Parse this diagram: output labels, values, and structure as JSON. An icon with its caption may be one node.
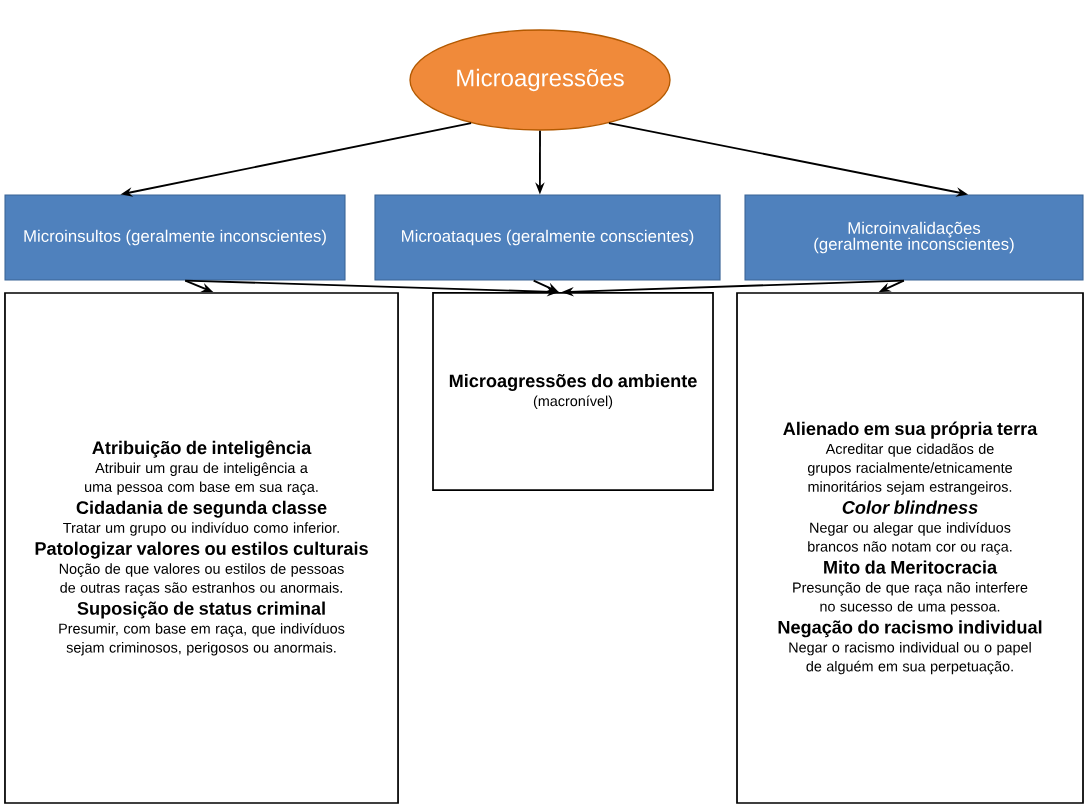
{
  "diagram": {
    "nodes": [
      {
        "text": [
          "Microagressões"
        ]
      },
      {
        "text": [
          "Microinsultos (geralmente inconscientes)"
        ]
      },
      {
        "text": [
          "Microataques (geralmente conscientes)"
        ]
      },
      {
        "text": [
          "Microinvalidações (geralmente inconscientes)"
        ]
      },
      {
        "text": [
          "Atribuição de inteligência",
          "Atribuir um grau de inteligência a uma pessoa com base em sua raça.",
          "Cidadania de segunda classe",
          "Tratar um grupo ou indivíduo como inferior.",
          "Patologizar valores ou estilos culturais",
          "Noção de que valores ou estilos de pessoas de outras raças são estranhos ou anormais.",
          "Suposição de status criminal",
          "Presumir, com base em raça, que indivíduos sejam criminosos, perigosos ou anormais."
        ]
      },
      {
        "text": [
          "Microagressões do ambiente",
          "(macronível)"
        ]
      },
      {
        "text": [
          "Alienado em sua própria terra",
          "Acreditar que cidadãos de grupos racialmente/etnicamente minoritários sejam estrangeiros.",
          "*Color blindness*",
          "Negar ou alegar que indivíduos brancos não notam cor ou raça.",
          "Mito da Meritocracia",
          "Presunção de que raça não interfere no sucesso de uma pessoa.",
          "Negação do racismo individual",
          "Negar o racismo individual ou o papel de alguém em sua perpetuação."
        ]
      }
    ],
    "edges": [
      {
        "from": 0,
        "to": 1,
        "arrow": "to"
      },
      {
        "from": 0,
        "to": 2,
        "arrow": "to"
      },
      {
        "from": 0,
        "to": 3,
        "arrow": "to"
      },
      {
        "from": 1,
        "to": 4,
        "arrow": "to"
      },
      {
        "from": 1,
        "to": 5,
        "arrow": "to"
      },
      {
        "from": 2,
        "to": 5,
        "arrow": "to"
      },
      {
        "from": 3,
        "to": 5,
        "arrow": "to"
      },
      {
        "from": 3,
        "to": 6,
        "arrow": "to"
      }
    ]
  }
}
